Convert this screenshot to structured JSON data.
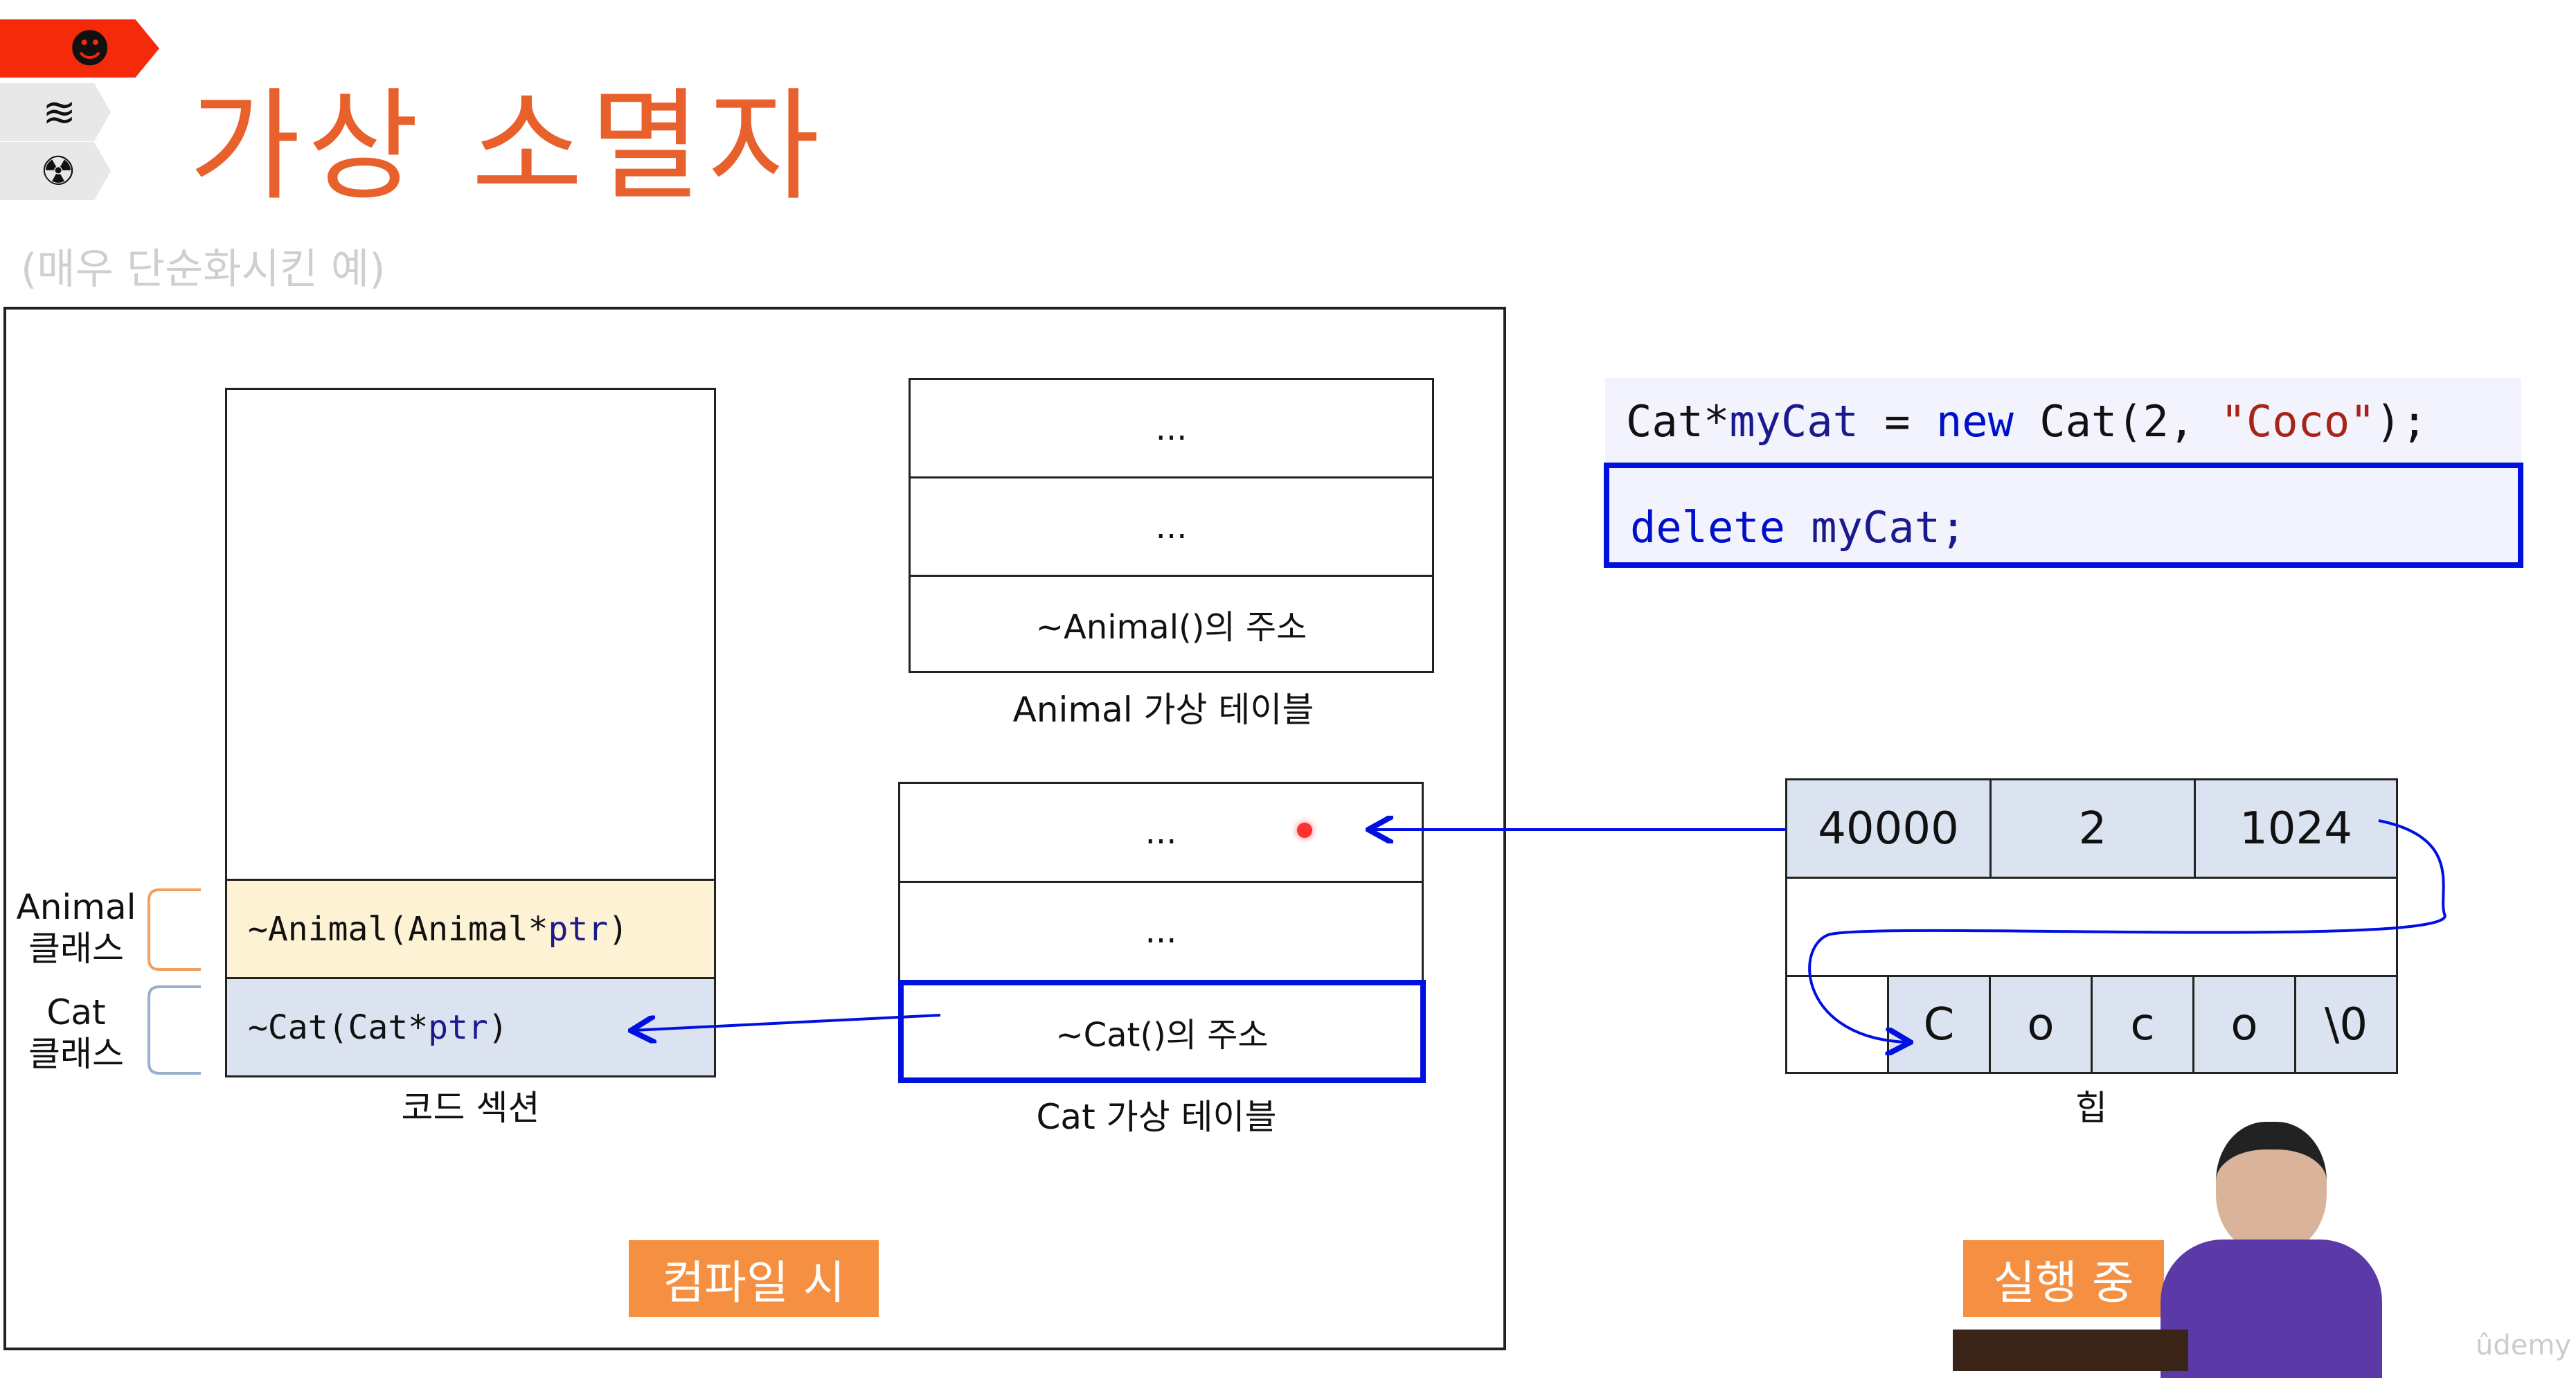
{
  "header": {
    "title": "가상 소멸자",
    "subtitle": "(매우 단순화시킨 예)",
    "nav_icons": [
      "brain-head-icon",
      "book-stack-icon",
      "radiation-icon"
    ]
  },
  "code_section": {
    "label": "코드 섹션",
    "animal_dtor": "~Animal(Animal* ",
    "cat_dtor": "~Cat(Cat* ",
    "ptr": "ptr",
    "paren": ")",
    "animal_class_1": "Animal",
    "animal_class_2": "클래스",
    "cat_class_1": "Cat",
    "cat_class_2": "클래스"
  },
  "animal_vtable": {
    "label": "Animal 가상 테이블",
    "rows": [
      "...",
      "...",
      "~Animal()의 주소"
    ]
  },
  "cat_vtable": {
    "label": "Cat 가상 테이블",
    "rows": [
      "...",
      "...",
      "~Cat()의 주소"
    ]
  },
  "code": {
    "l1_a": "Cat* ",
    "l1_b": "myCat",
    "l1_c": " = ",
    "l1_d": "new",
    "l1_e": " Cat(2, ",
    "l1_f": "\"Coco\"",
    "l1_g": ");",
    "l2_a": "delete",
    "l2_b": " myCat;"
  },
  "heap": {
    "label": "힙",
    "row1": [
      "40000",
      "2",
      "1024"
    ],
    "chars": [
      "C",
      "o",
      "c",
      "o",
      "\\0"
    ]
  },
  "buttons": {
    "compile": "컴파일 시",
    "runtime": "실행 중"
  },
  "watermark": "ûdemy",
  "colors": {
    "title": "#e8602c",
    "accent_blue": "#0010e0",
    "button": "#f59042"
  }
}
